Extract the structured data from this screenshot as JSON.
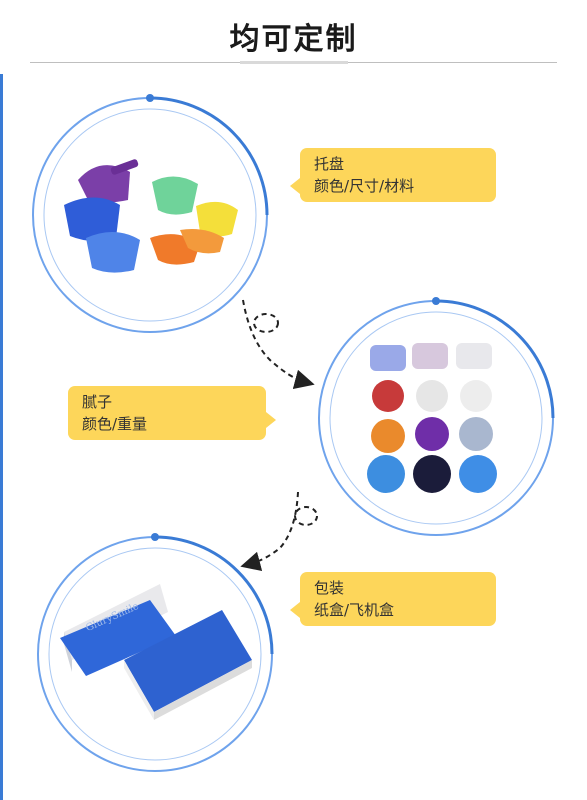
{
  "header": {
    "title": "均可定制"
  },
  "sections": [
    {
      "title": "托盘",
      "detail": "颜色/尺寸/材料",
      "image": "dental-impression-trays"
    },
    {
      "title": "腻子",
      "detail": "颜色/重量",
      "image": "putty-containers"
    },
    {
      "title": "包装",
      "detail": "纸盒/飞机盒",
      "image": "packaging-boxes"
    }
  ],
  "packaging": {
    "brand_text": "GlurySmile"
  },
  "colors": {
    "accent_blue": "#3a7bd5",
    "callout_yellow": "#fdd65a"
  }
}
